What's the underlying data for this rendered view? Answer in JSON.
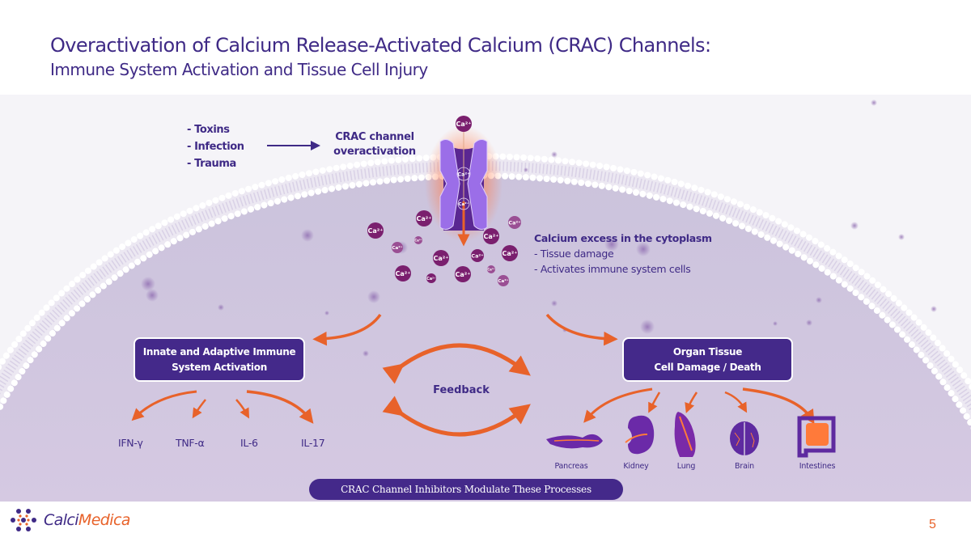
{
  "header": {
    "title": "Overactivation of Calcium Release-Activated Calcium (CRAC) Channels:",
    "subtitle": "Immune System Activation and Tissue Cell Injury"
  },
  "diagram": {
    "causes": [
      "- Toxins",
      "- Infection",
      "- Trauma"
    ],
    "crac_label_line1": "CRAC channel",
    "crac_label_line2": "overactivation",
    "ion_label": "Ca²⁺",
    "excess": {
      "heading": "Calcium excess in the cytoplasm",
      "items": [
        "- Tissue damage",
        "- Activates immune system cells"
      ]
    },
    "immune_box": {
      "line1": "Innate and Adaptive Immune",
      "line2": "System Activation"
    },
    "organ_box": {
      "line1": "Organ Tissue",
      "line2": "Cell Damage / Death"
    },
    "feedback_label": "Feedback",
    "cytokines": [
      "IFN-γ",
      "TNF-α",
      "IL-6",
      "IL-17"
    ],
    "organs": [
      "Pancreas",
      "Kidney",
      "Lung",
      "Brain",
      "Intestines"
    ],
    "banner": "CRAC Channel Inhibitors Modulate These Processes"
  },
  "colors": {
    "brand_purple": "#3f2a86",
    "box_purple": "#44298a",
    "accent_orange": "#e8622a",
    "channel_violet": "#9b6ee8",
    "ion_magenta": "#7a1f6e",
    "cytoplasm": "#cec4dc"
  },
  "footer": {
    "logo_part1": "Calci",
    "logo_part2": "Medica",
    "page_number": "5"
  }
}
